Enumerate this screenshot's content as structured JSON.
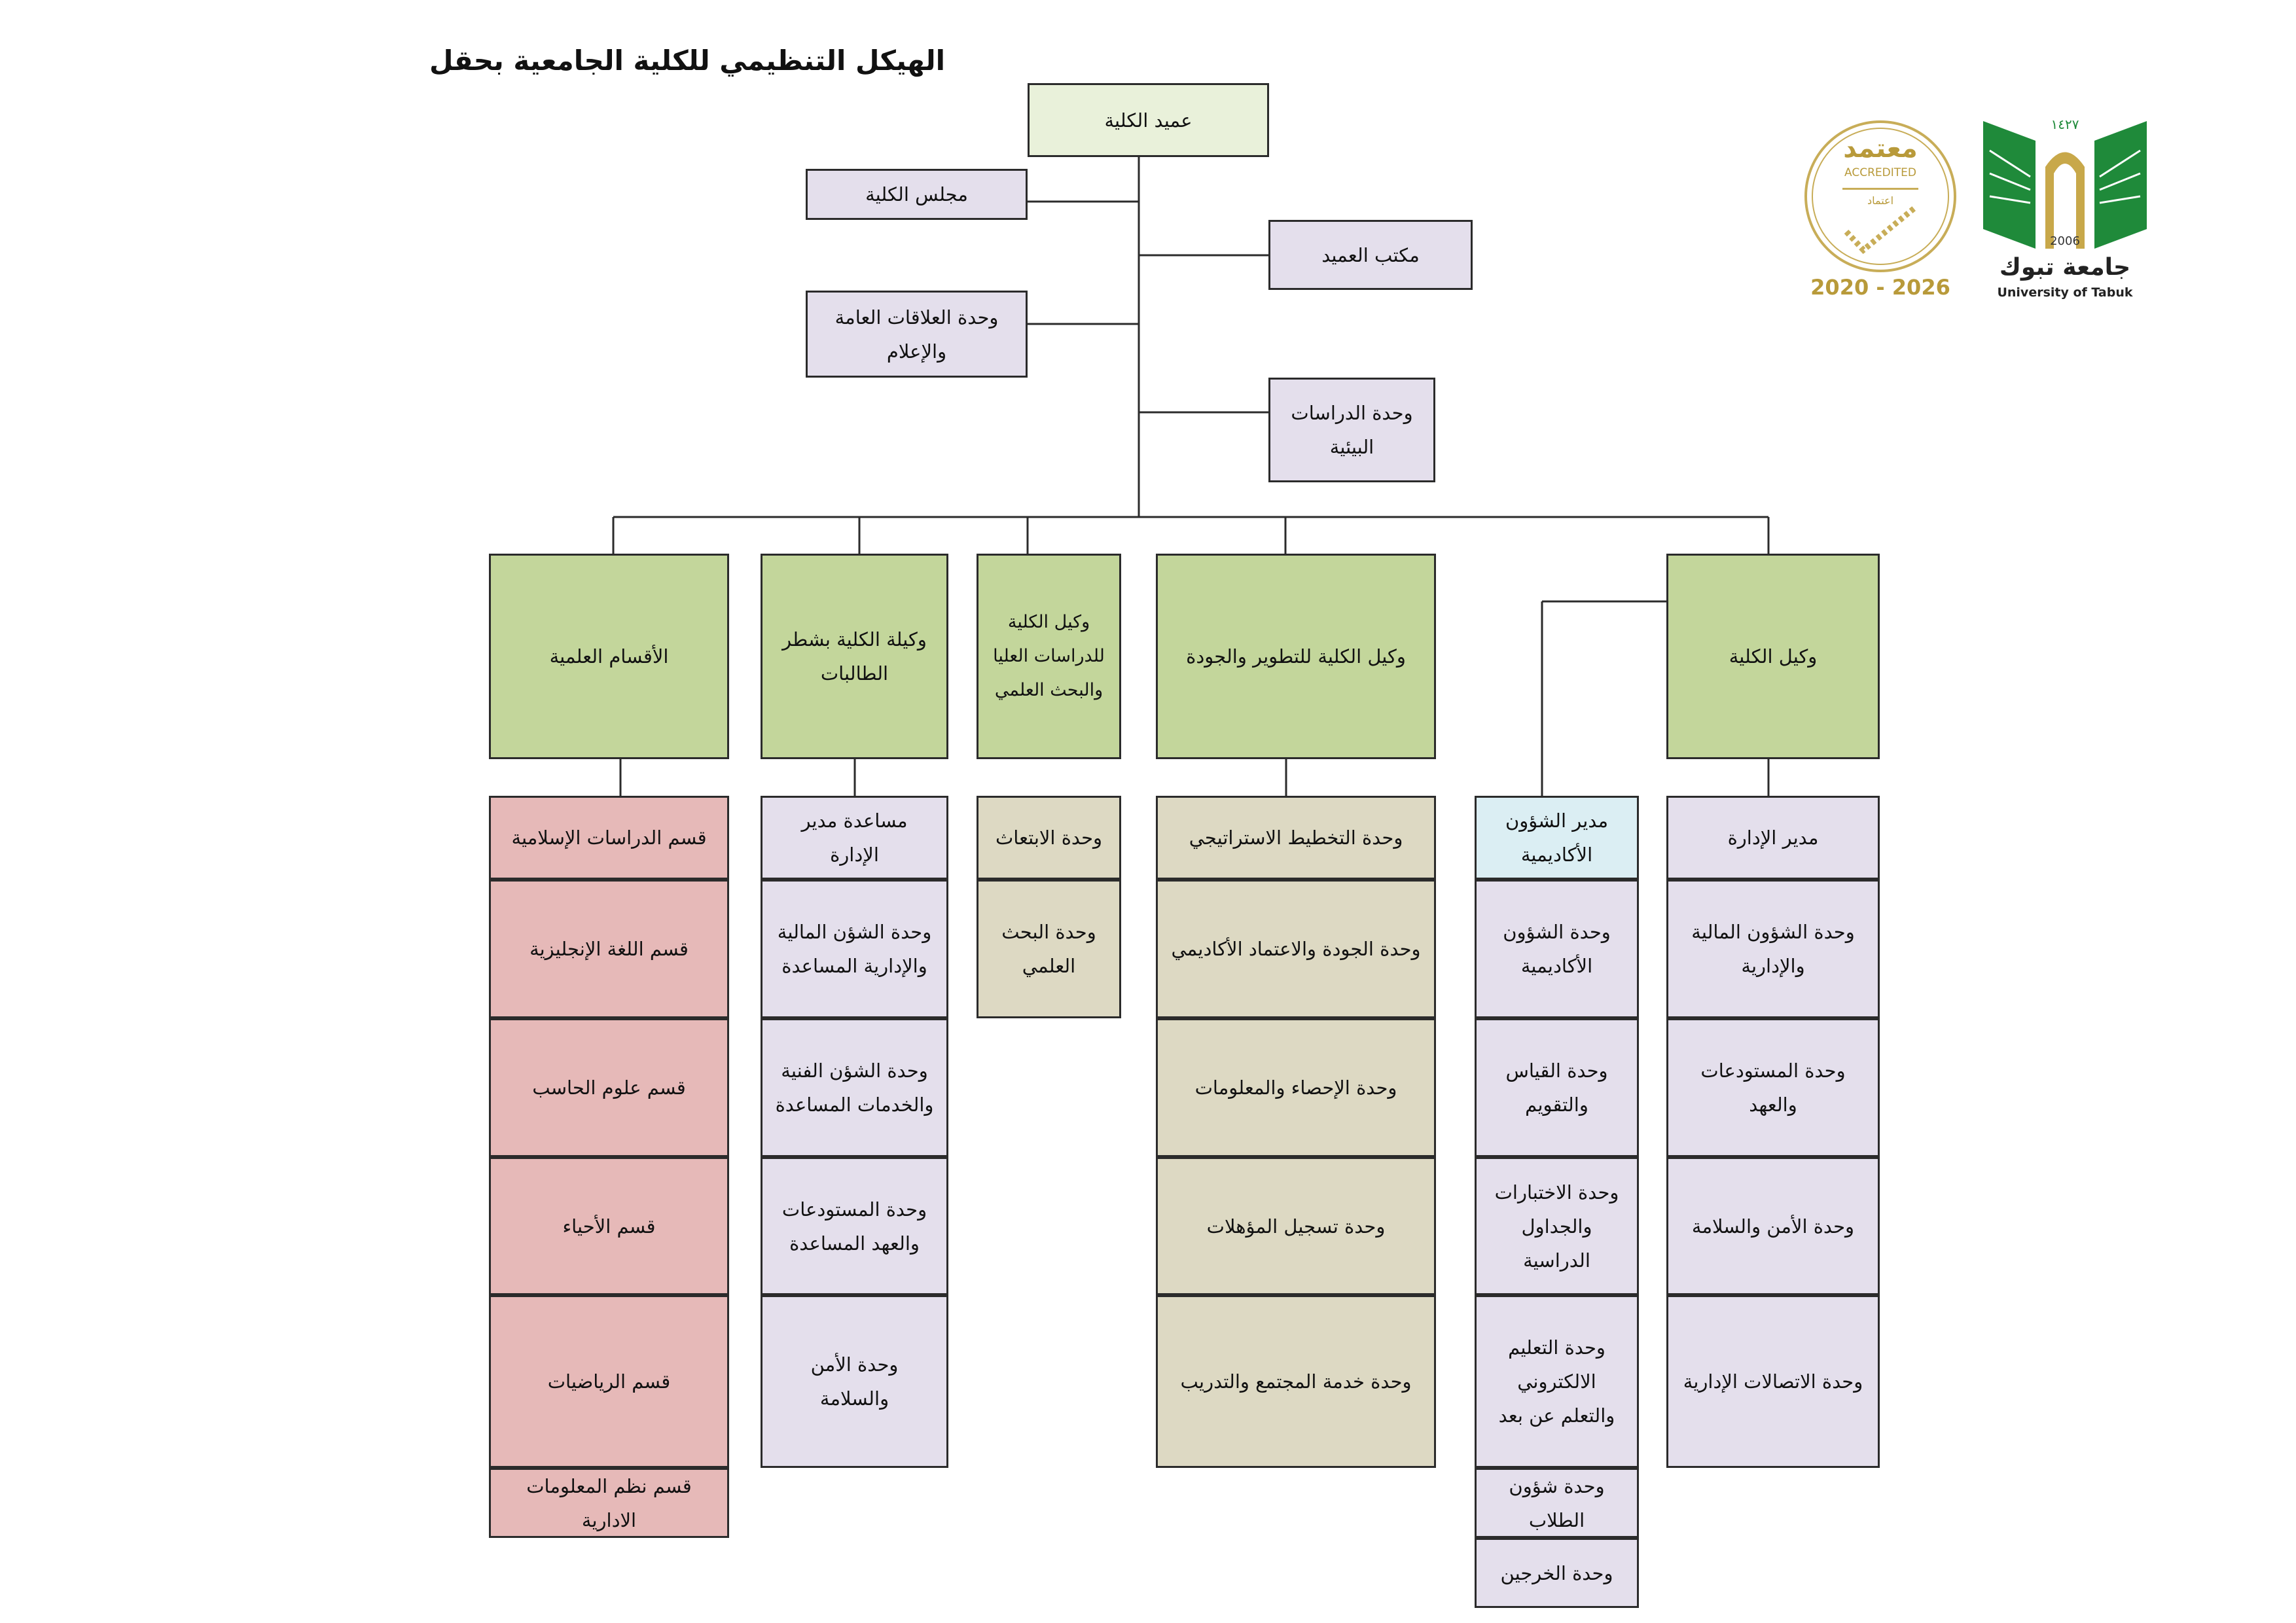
{
  "title": "الهيكل التنظيمي للكلية الجامعية بحقل",
  "logos": {
    "accreditation": {
      "arabic": "معتمد",
      "english": "ACCREDITED",
      "years": "2020 - 2026",
      "seal_text": "اعتماد",
      "color": "#b89a3a"
    },
    "university": {
      "hijri_year": "١٤٢٧",
      "year": "2006",
      "arabic_name": "جامعة تبوك",
      "english_name": "University of Tabuk",
      "color": "#1f8a3a"
    }
  },
  "top": {
    "dean": "عميد الكلية",
    "council": "مجلس الكلية",
    "dean_office": "مكتب العميد",
    "pr_unit": "وحدة العلاقات العامة والإعلام",
    "env_unit": "وحدة الدراسات البيئية"
  },
  "vice": {
    "departments": "الأقسام العلمية",
    "female_vice": "وكيلة الكلية بشطر الطالبات",
    "grad_vice": "وكيل الكلية للدراسات العليا والبحث العلمي",
    "dev_vice": "وكيل الكلية للتطوير والجودة",
    "college_vice": "وكيل الكلية"
  },
  "columns": {
    "departments": [
      "قسم الدراسات الإسلامية",
      "قسم اللغة الإنجليزية",
      "قسم علوم الحاسب",
      "قسم الأحياء",
      "قسم الرياضيات",
      "قسم نظم المعلومات الادارية"
    ],
    "female": [
      "مساعدة مدير الإدارة",
      "وحدة الشؤن المالية والإدارية المساعدة",
      "وحدة الشؤن الفنية والخدمات المساعدة",
      "وحدة المستودعات والعهد المساعدة",
      "وحدة الأمن والسلامة"
    ],
    "grad": [
      "وحدة الابتعاث",
      "وحدة البحث العلمي"
    ],
    "dev": [
      "وحدة التخطيط الاستراتيجي",
      "وحدة الجودة والاعتماد الأكاديمي",
      "وحدة الإحصاء والمعلومات",
      "وحدة تسجيل المؤهلات",
      "وحدة خدمة المجتمع والتدريب"
    ],
    "academic": [
      "مدير الشؤون الأكاديمية",
      "وحدة الشؤون الأكاديمية",
      "وحدة القياس والتقويم",
      "وحدة الاختبارات والجداول الدراسية",
      "وحدة التعليم الالكتروني والتعلم عن بعد",
      "وحدة شؤون الطلاب",
      "وحدة الخرجين"
    ],
    "admin": [
      "مدير الإدارة",
      "وحدة الشؤون المالية والإدارية",
      "وحدة المستودعات والعهد",
      "وحدة الأمن والسلامة",
      "وحدة الاتصالات الإدارية"
    ]
  },
  "colors": {
    "top_dean": "#e9f1da",
    "lavender": "#e4dfec",
    "vice_green": "#c3d69b",
    "departments_pink": "#e6b9b8",
    "khaki": "#ddd9c3",
    "academic_head": "#dbeef3"
  }
}
